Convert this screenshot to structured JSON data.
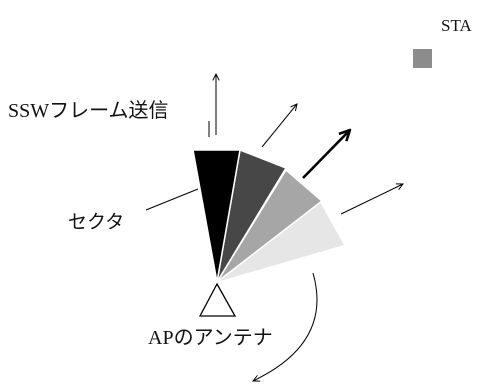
{
  "labels": {
    "sta": "STA",
    "ssw": "SSWフレーム送信",
    "sector": "セクタ",
    "ap_antenna": "APのアンテナ"
  },
  "colors": {
    "sta_icon": "#8c8c8c",
    "sector_1": "#000000",
    "sector_2": "#474747",
    "sector_3": "#a6a6a6",
    "sector_4": "#e6e6e6",
    "line": "#000000"
  }
}
